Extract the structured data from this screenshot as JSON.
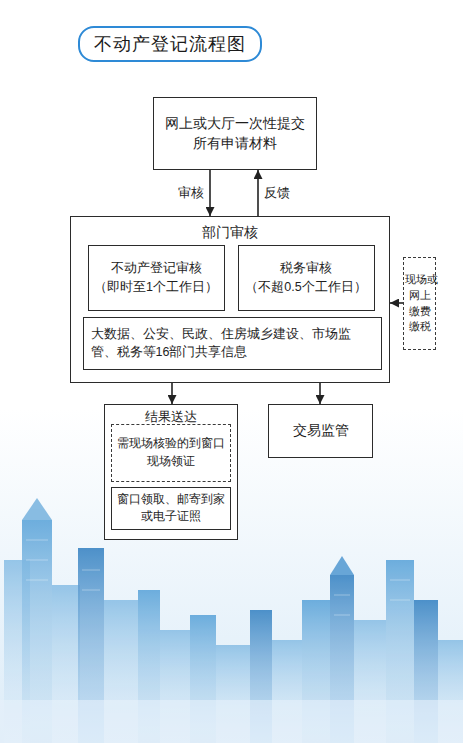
{
  "diagram": {
    "title": "不动产登记流程图",
    "nodes": [
      {
        "text": [
          "网上或大厅一次性提交 所有申请材料"
        ]
      },
      {
        "text": [
          "部门审核"
        ]
      },
      {
        "text": [
          "不动产登记审核 （即时至1个工作日）"
        ],
        "in": 1
      },
      {
        "text": [
          "税务审核 （不超0.5个工作日）"
        ],
        "in": 1
      },
      {
        "text": [
          "大数据、公安、民政、住房城乡建设、市场监管、税务等16部门共享信息"
        ],
        "in": 1
      },
      {
        "text": [
          "现场或 网上 缴费 缴税"
        ]
      },
      {
        "text": [
          "结果送达"
        ]
      },
      {
        "text": [
          "需现场核验的到窗口 现场领证"
        ],
        "in": 6
      },
      {
        "text": [
          "窗口领取、邮寄到家 或电子证照"
        ],
        "in": 6
      },
      {
        "text": [
          "交易监管"
        ]
      }
    ],
    "edges": [
      {
        "from": 0,
        "to": 1,
        "arrow": "to",
        "label": "审核"
      },
      {
        "from": 1,
        "to": 0,
        "arrow": "to",
        "label": "反馈"
      },
      {
        "from": 5,
        "to": 1,
        "arrow": "to"
      },
      {
        "from": 1,
        "to": 6,
        "arrow": "to"
      },
      {
        "from": 1,
        "to": 9,
        "arrow": "to"
      }
    ]
  }
}
